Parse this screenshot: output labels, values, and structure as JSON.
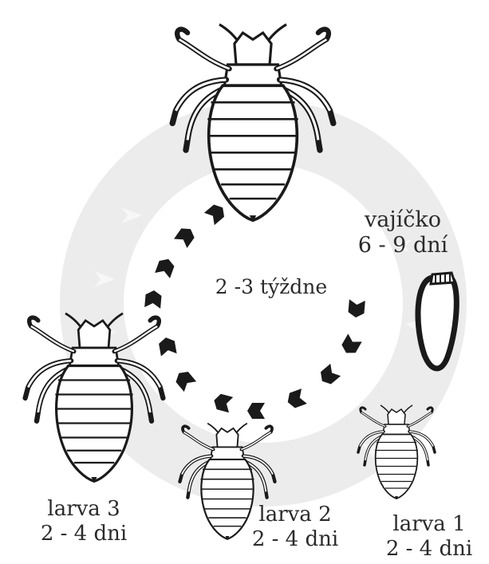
{
  "center_label": "2 -3 týždne",
  "stages": [
    {
      "name": "vajíčko",
      "duration": "6 - 9 dní"
    },
    {
      "name": "larva 1",
      "duration": "2 - 4 dni"
    },
    {
      "name": "larva 2",
      "duration": "2 - 4 dni"
    },
    {
      "name": "larva 3",
      "duration": "2 - 4 dni"
    }
  ],
  "colors": {
    "ink": "#1a1a1a",
    "ring": "#ececec",
    "ring_chevron": "#f7f7f7",
    "text": "#2b2b2b"
  },
  "icons": [
    "adult-louse-icon",
    "egg-icon",
    "larva-1-icon",
    "larva-2-icon",
    "larva-3-icon",
    "cycle-arrow-icon"
  ]
}
